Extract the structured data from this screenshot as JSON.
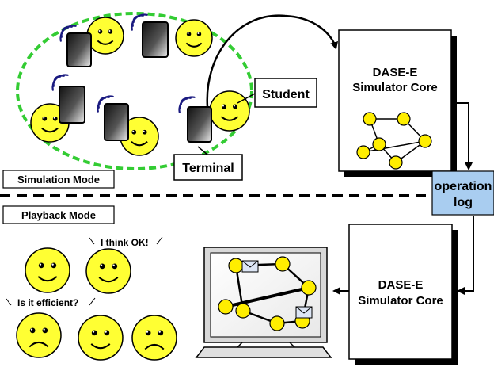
{
  "labels": {
    "student": "Student",
    "terminal": "Terminal",
    "simulation_mode": "Simulation Mode",
    "playback_mode": "Playback Mode",
    "operation_log_line1": "operation",
    "operation_log_line2": "log",
    "core_top_line1": "DASE-E",
    "core_top_line2": "Simulator Core",
    "core_bottom_line1": "DASE-E",
    "core_bottom_line2": "Simulator Core",
    "comment_ok": "I think OK!",
    "comment_efficient": "Is it efficient?"
  },
  "colors": {
    "face_yellow": "#ffff33",
    "group_ring_green": "#33cc33",
    "log_box_blue": "#a9cdf0",
    "node_yellow": "#ffee00",
    "signal_navy": "#1a1a80"
  },
  "icons": [
    "smiley-icon",
    "sad-face-icon",
    "tablet-icon",
    "wifi-signal-icon",
    "envelope-icon",
    "monitor-icon"
  ]
}
